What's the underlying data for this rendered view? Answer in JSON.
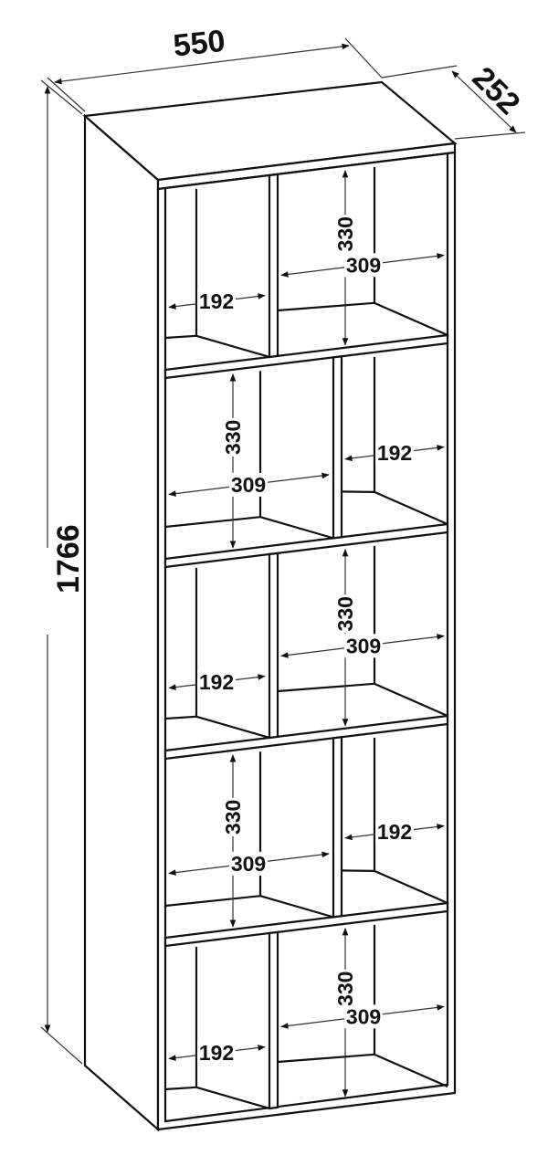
{
  "title": "Bookshelf dimension drawing",
  "overall": {
    "width": "550",
    "depth": "252",
    "height": "1766"
  },
  "rows": [
    {
      "height": "330",
      "wide": "309",
      "narrow": "192"
    },
    {
      "height": "330",
      "wide": "309",
      "narrow": "192"
    },
    {
      "height": "330",
      "wide": "309",
      "narrow": "192"
    },
    {
      "height": "330",
      "wide": "309",
      "narrow": "192"
    },
    {
      "height": "330",
      "wide": "309",
      "narrow": "192"
    }
  ]
}
